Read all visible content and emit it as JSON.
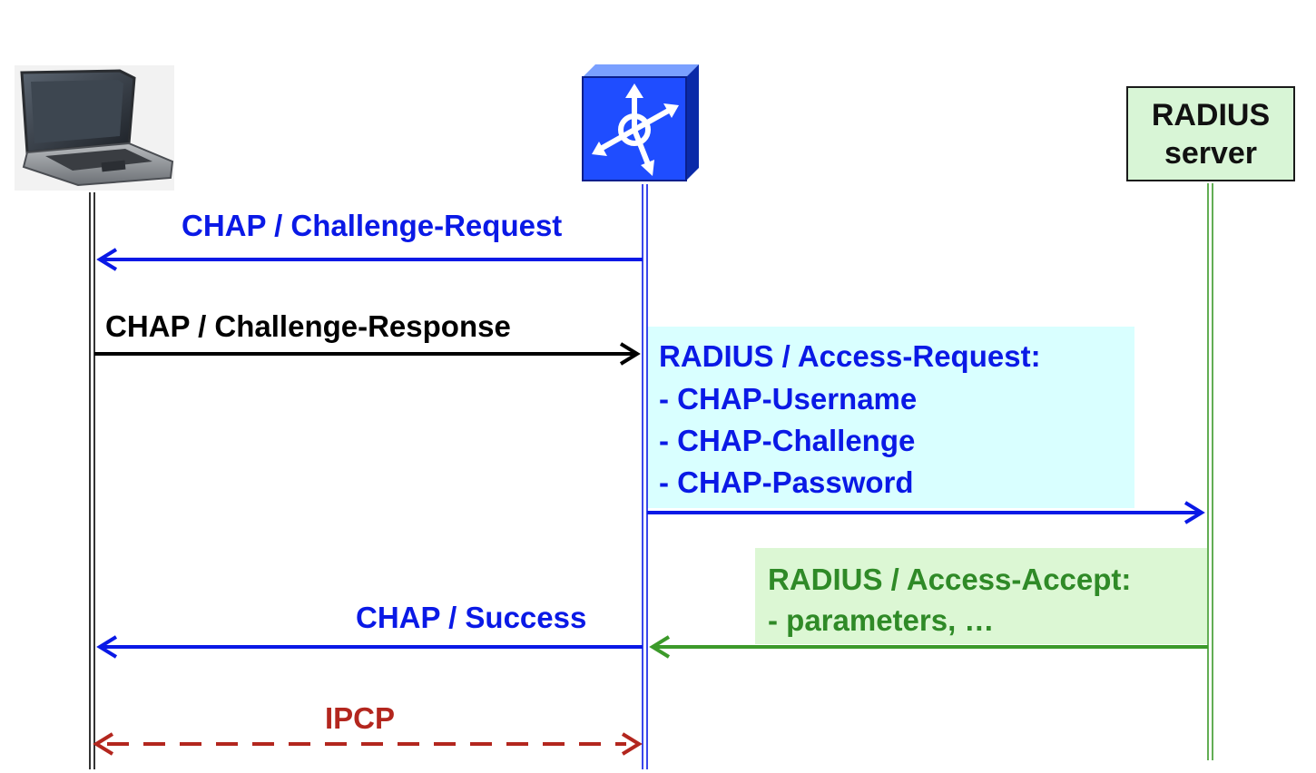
{
  "participants": {
    "server_line1": "RADIUS",
    "server_line2": "server"
  },
  "messages": {
    "chap_challenge_request": "CHAP / Challenge-Request",
    "chap_challenge_response": "CHAP / Challenge-Response",
    "radius_access_request": {
      "title": "RADIUS / Access-Request:",
      "items": [
        "- CHAP-Username",
        "- CHAP-Challenge",
        "- CHAP-Password"
      ]
    },
    "radius_access_accept": {
      "title": "RADIUS / Access-Accept:",
      "items": [
        "- parameters, …"
      ]
    },
    "chap_success": "CHAP / Success",
    "ipcp": "IPCP"
  },
  "colors": {
    "blue": "#0a19e6",
    "black": "#000000",
    "green": "#3c9a2a",
    "green_text": "#2f8a27",
    "red": "#b3261e",
    "request_bg": "#d9ffff",
    "accept_bg": "#dcf7d4",
    "server_bg": "#d8f5d6"
  }
}
